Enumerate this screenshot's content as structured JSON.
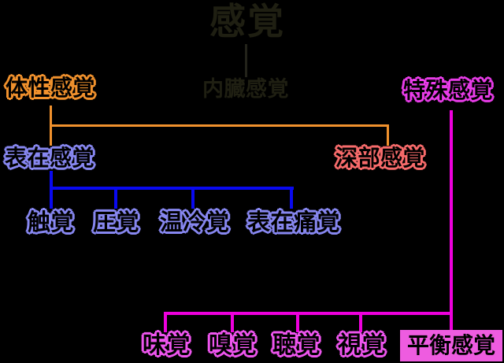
{
  "diagram": {
    "title": "感覚",
    "nodes": {
      "root": "感覚",
      "somatic": "体性感覚",
      "visceral": "内臓感覚",
      "special": "特殊感覚",
      "superficial": "表在感覚",
      "deep": "深部感覚",
      "touch": "触覚",
      "pressure": "圧覚",
      "thermal": "温冷覚",
      "superficial_pain": "表在痛覚",
      "taste": "味覚",
      "smell": "嗅覚",
      "hearing": "聴覚",
      "vision": "視覚",
      "equilibrium": "平衡感覚"
    },
    "colors": {
      "background": "#000000",
      "root_text": "#1f1f12",
      "root_connector": "#23231a",
      "somatic_outline": "#f0912d",
      "special_outline": "#e83ce8",
      "superficial_outline": "#8787f0",
      "deep_outline": "#f76b6b",
      "bottom_row_outline": "#ee55ee",
      "orange_line": "#f0912d",
      "blue_line": "#0909f0",
      "magenta_line": "#ee00dd",
      "equilibrium_background": "#ee5ce0",
      "text_fill": "#000000"
    }
  }
}
